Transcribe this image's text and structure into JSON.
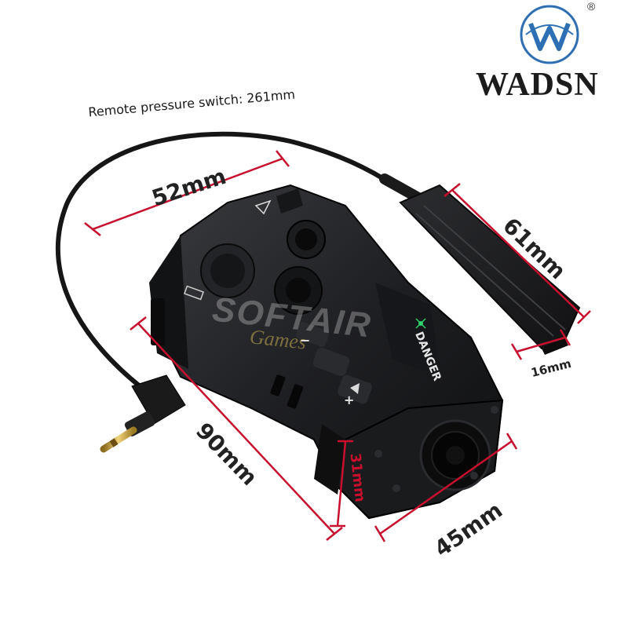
{
  "brand": {
    "name": "WADSN",
    "registered": "®"
  },
  "caption": "Remote pressure switch: 261mm",
  "dimensions": {
    "width_top": "52mm",
    "pad_length": "61mm",
    "pad_width": "16mm",
    "body_length": "90mm",
    "height": "31mm",
    "front_width": "45mm"
  },
  "device_labels": {
    "danger": "DANGER",
    "plus": "+",
    "minus": "−"
  },
  "watermark": {
    "line1": "SOFTAIR",
    "line2": "Games"
  },
  "colors": {
    "dimension_line": "#c8102e",
    "device_body": "#1b1c1e",
    "brand_blue": "#2d6fb5"
  }
}
